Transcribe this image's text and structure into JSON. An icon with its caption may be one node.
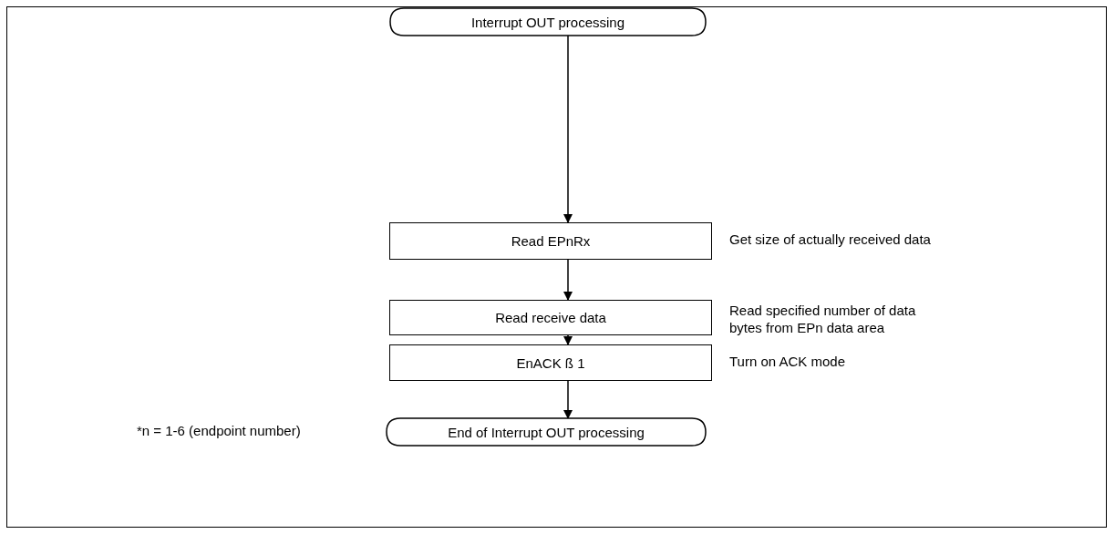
{
  "diagram": {
    "nodes": [
      {
        "text": [
          "Interrupt OUT processing"
        ]
      },
      {
        "text": [
          "Read EPnRx"
        ],
        "beside": [
          "Get size of actually received data"
        ]
      },
      {
        "text": [
          "Read receive data"
        ],
        "beside": [
          "Read specified number of data bytes from EPn data area"
        ]
      },
      {
        "text": [
          "EnACK ß 1"
        ],
        "beside": [
          "Turn on ACK mode"
        ]
      },
      {
        "text": [
          "End of Interrupt OUT processing"
        ]
      }
    ],
    "edges": [
      {
        "from": 0,
        "to": 1,
        "arrow": "to"
      },
      {
        "from": 1,
        "to": 2,
        "arrow": "to"
      },
      {
        "from": 2,
        "to": 3,
        "arrow": "to"
      },
      {
        "from": 3,
        "to": 4,
        "arrow": "to"
      }
    ],
    "labels": [
      "*n = 1-6 (endpoint number)"
    ]
  }
}
